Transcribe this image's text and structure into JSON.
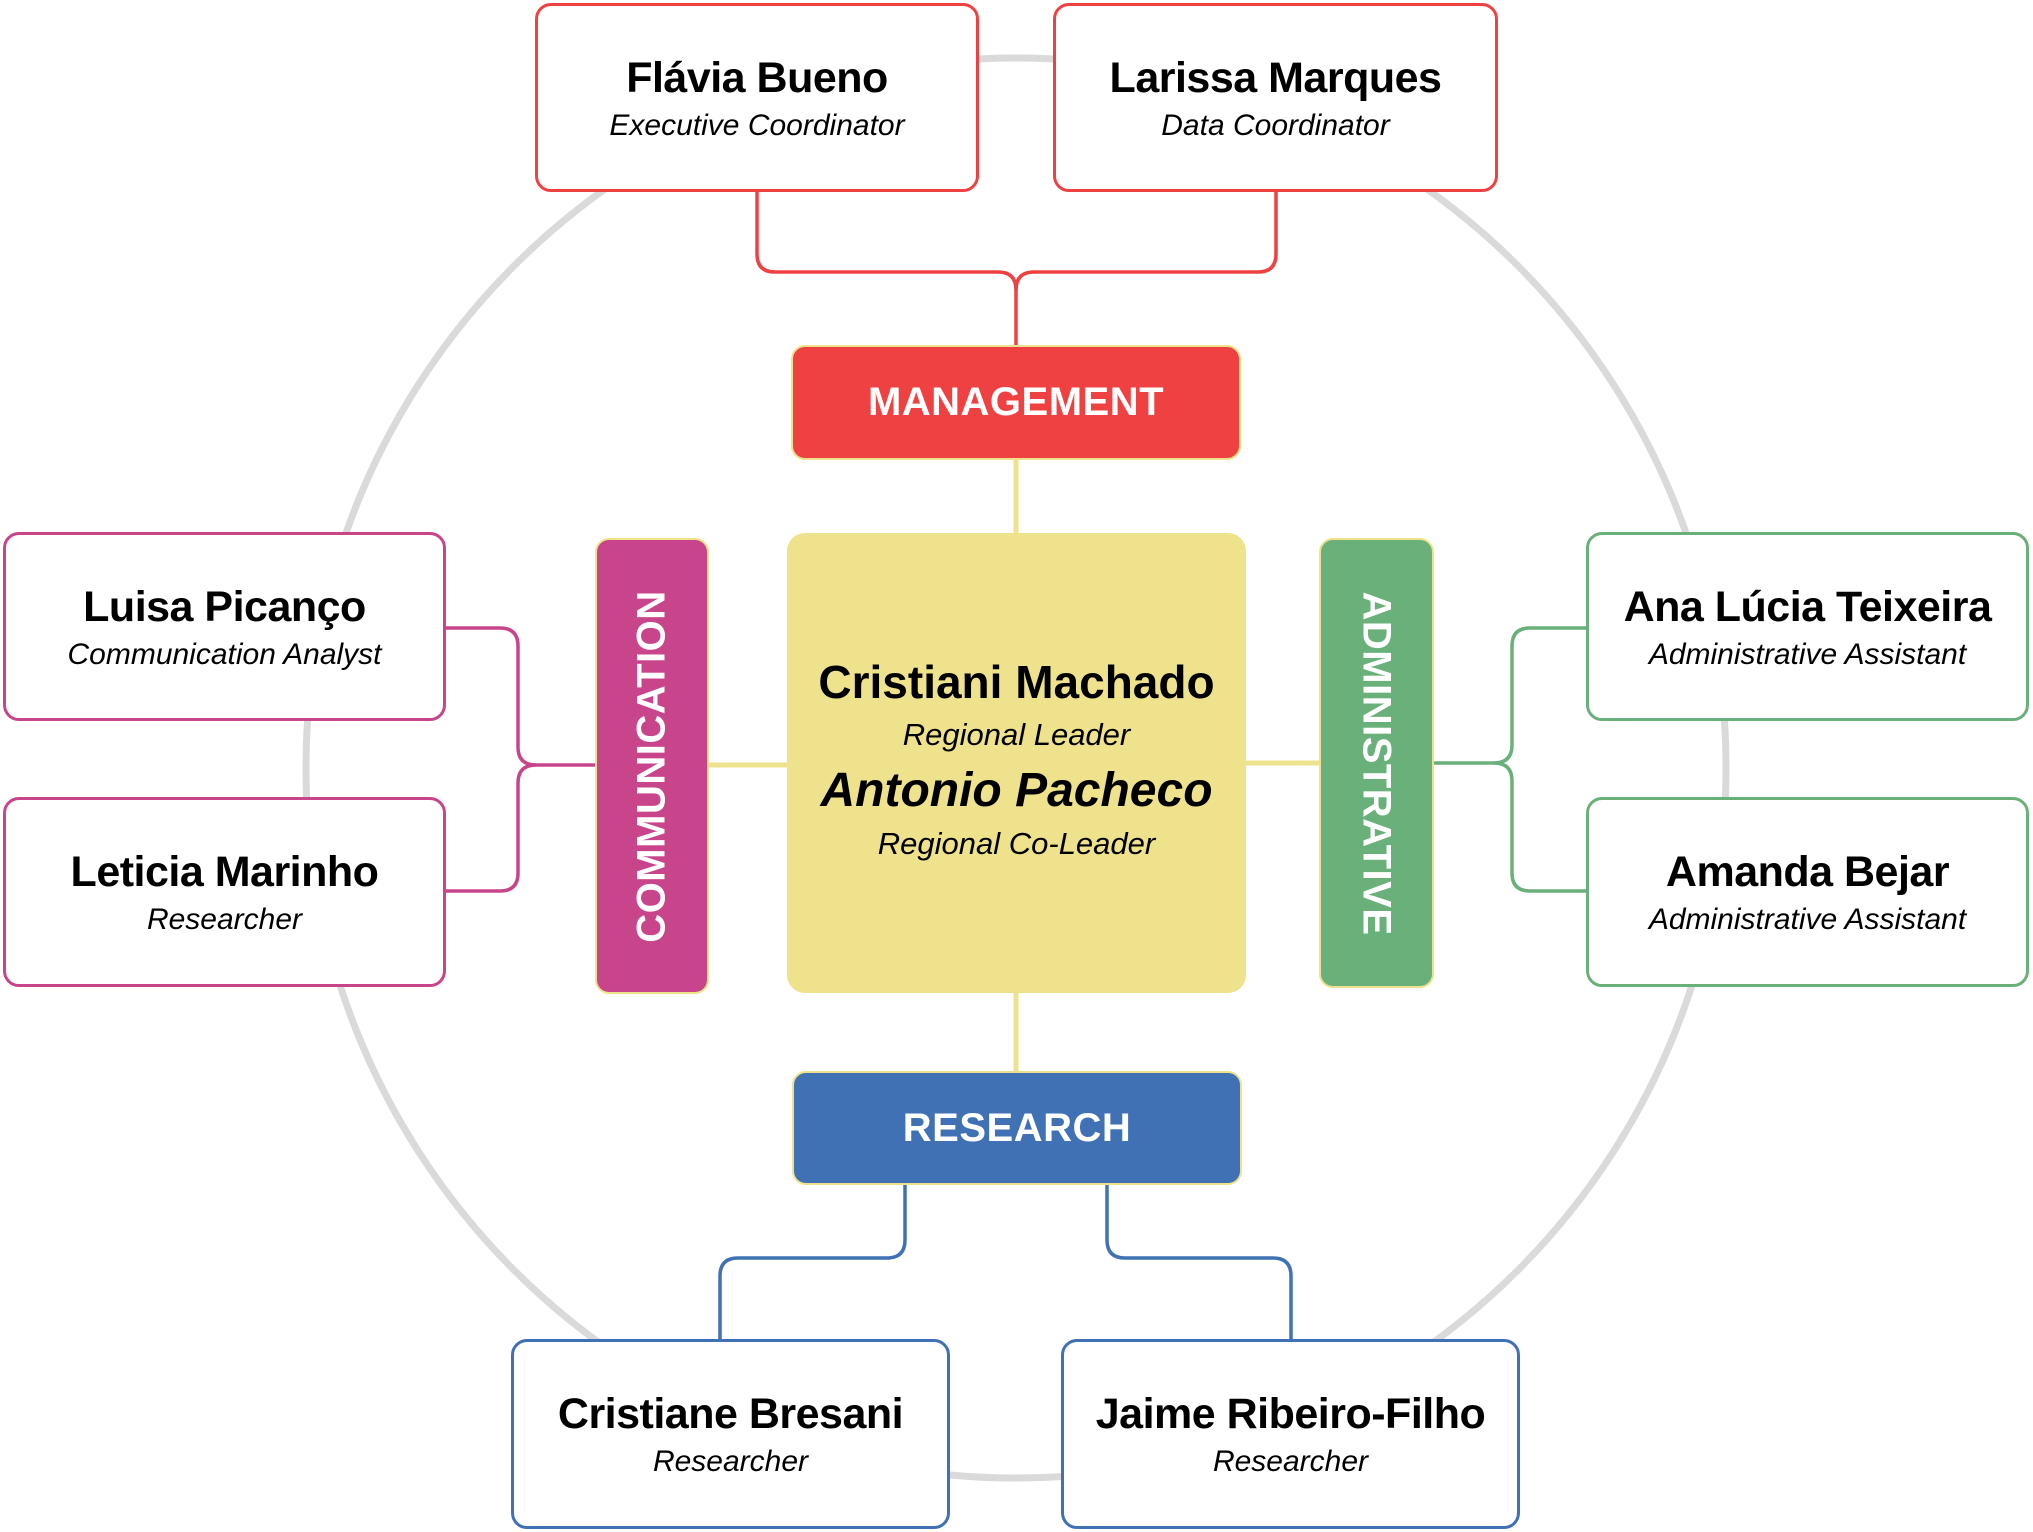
{
  "colors": {
    "management": "#EF4142",
    "communication": "#C9458B",
    "administrative": "#6AB07A",
    "research": "#4171B5",
    "core": "#EEE38C",
    "ring": "#DADADA"
  },
  "center": {
    "leader_name": "Cristiani Machado",
    "leader_title": "Regional Leader",
    "coleader_name": "Antonio Pacheco",
    "coleader_title": "Regional Co-Leader"
  },
  "departments": {
    "management": {
      "label": "MANAGEMENT",
      "members": [
        {
          "name": "Flávia Bueno",
          "role": "Executive Coordinator"
        },
        {
          "name": "Larissa Marques",
          "role": "Data Coordinator"
        }
      ]
    },
    "communication": {
      "label": "COMMUNICATION",
      "members": [
        {
          "name": "Luisa Picanço",
          "role": "Communication Analyst"
        },
        {
          "name": "Leticia Marinho",
          "role": "Researcher"
        }
      ]
    },
    "administrative": {
      "label": "ADMINISTRATIVE",
      "members": [
        {
          "name": "Ana Lúcia Teixeira",
          "role": "Administrative Assistant"
        },
        {
          "name": "Amanda Bejar",
          "role": "Administrative Assistant"
        }
      ]
    },
    "research": {
      "label": "RESEARCH",
      "members": [
        {
          "name": "Cristiane Bresani",
          "role": "Researcher"
        },
        {
          "name": "Jaime Ribeiro-Filho",
          "role": "Researcher"
        }
      ]
    }
  }
}
